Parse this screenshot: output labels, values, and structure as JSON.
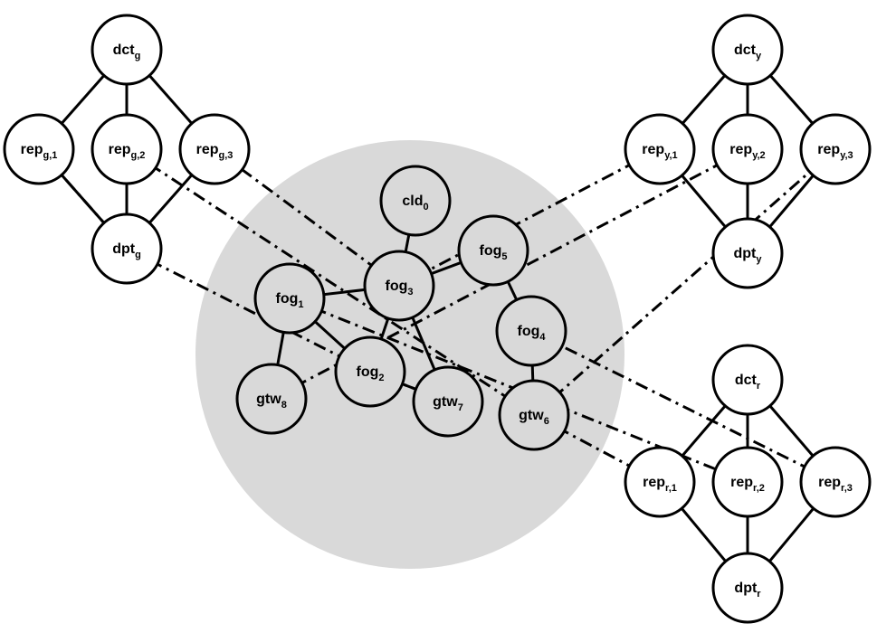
{
  "diagram": {
    "nodes": [
      {
        "id": "dct_g",
        "base": "dct",
        "sub": "g"
      },
      {
        "id": "rep_g1",
        "base": "rep",
        "sub": "g,1"
      },
      {
        "id": "rep_g2",
        "base": "rep",
        "sub": "g,2"
      },
      {
        "id": "rep_g3",
        "base": "rep",
        "sub": "g,3"
      },
      {
        "id": "dpt_g",
        "base": "dpt",
        "sub": "g"
      },
      {
        "id": "dct_y",
        "base": "dct",
        "sub": "y"
      },
      {
        "id": "rep_y1",
        "base": "rep",
        "sub": "y,1"
      },
      {
        "id": "rep_y2",
        "base": "rep",
        "sub": "y,2"
      },
      {
        "id": "rep_y3",
        "base": "rep",
        "sub": "y,3"
      },
      {
        "id": "dpt_y",
        "base": "dpt",
        "sub": "y"
      },
      {
        "id": "dct_r",
        "base": "dct",
        "sub": "r"
      },
      {
        "id": "rep_r1",
        "base": "rep",
        "sub": "r,1"
      },
      {
        "id": "rep_r2",
        "base": "rep",
        "sub": "r,2"
      },
      {
        "id": "rep_r3",
        "base": "rep",
        "sub": "r,3"
      },
      {
        "id": "dpt_r",
        "base": "dpt",
        "sub": "r"
      },
      {
        "id": "cld0",
        "base": "cld",
        "sub": "0"
      },
      {
        "id": "fog1",
        "base": "fog",
        "sub": "1"
      },
      {
        "id": "fog2",
        "base": "fog",
        "sub": "2"
      },
      {
        "id": "fog3",
        "base": "fog",
        "sub": "3"
      },
      {
        "id": "fog4",
        "base": "fog",
        "sub": "4"
      },
      {
        "id": "fog5",
        "base": "fog",
        "sub": "5"
      },
      {
        "id": "gtw6",
        "base": "gtw",
        "sub": "6"
      },
      {
        "id": "gtw7",
        "base": "gtw",
        "sub": "7"
      },
      {
        "id": "gtw8",
        "base": "gtw",
        "sub": "8"
      }
    ],
    "edges": [
      [
        "dct_g",
        "rep_g1"
      ],
      [
        "dct_g",
        "rep_g2"
      ],
      [
        "dct_g",
        "rep_g3"
      ],
      [
        "rep_g1",
        "dpt_g"
      ],
      [
        "rep_g2",
        "dpt_g"
      ],
      [
        "rep_g3",
        "dpt_g"
      ],
      [
        "dct_y",
        "rep_y1"
      ],
      [
        "dct_y",
        "rep_y2"
      ],
      [
        "dct_y",
        "rep_y3"
      ],
      [
        "rep_y1",
        "dpt_y"
      ],
      [
        "rep_y2",
        "dpt_y"
      ],
      [
        "rep_y3",
        "dpt_y"
      ],
      [
        "dct_r",
        "rep_r1"
      ],
      [
        "dct_r",
        "rep_r2"
      ],
      [
        "dct_r",
        "rep_r3"
      ],
      [
        "rep_r1",
        "dpt_r"
      ],
      [
        "rep_r2",
        "dpt_r"
      ],
      [
        "rep_r3",
        "dpt_r"
      ],
      [
        "cld0",
        "fog3"
      ],
      [
        "fog1",
        "fog3"
      ],
      [
        "fog3",
        "fog5"
      ],
      [
        "fog5",
        "fog4"
      ],
      [
        "fog4",
        "gtw6"
      ],
      [
        "fog1",
        "gtw8"
      ],
      [
        "fog1",
        "fog2"
      ],
      [
        "fog3",
        "fog2"
      ],
      [
        "fog3",
        "gtw7"
      ],
      [
        "fog2",
        "gtw7"
      ]
    ],
    "links": [
      {
        "from": "dpt_g",
        "to": "rep_g1"
      },
      {
        "from": "dpt_g",
        "to": "fog2"
      },
      {
        "from": "fog3",
        "to": "rep_g3"
      },
      {
        "from": "gtw6",
        "to": "rep_g2"
      },
      {
        "from": "rep_y1",
        "to": "fog3"
      },
      {
        "from": "gtw8",
        "to": "rep_y2"
      },
      {
        "from": "gtw6",
        "to": "rep_y3"
      },
      {
        "from": "gtw7",
        "to": "fog2"
      },
      {
        "from": "gtw6",
        "to": "rep_r1"
      },
      {
        "from": "fog1",
        "to": "rep_r2"
      },
      {
        "from": "rep_r3",
        "to": "fog4"
      }
    ]
  }
}
